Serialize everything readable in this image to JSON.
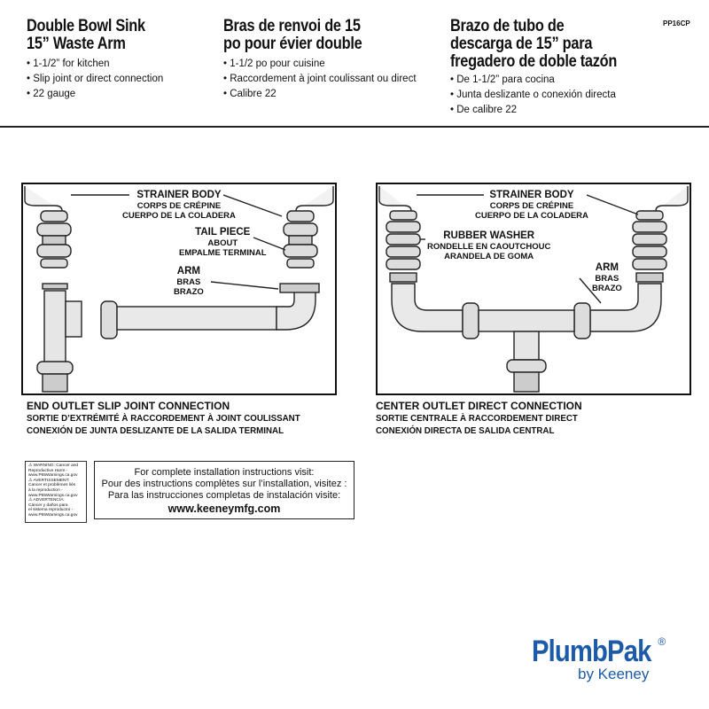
{
  "header": {
    "code": "PP16CP",
    "en": {
      "title": [
        "Double Bowl Sink",
        "15” Waste Arm"
      ],
      "bullets": [
        "• 1-1/2” for kitchen",
        "• Slip joint or direct connection",
        "• 22 gauge"
      ]
    },
    "fr": {
      "title": [
        "Bras de renvoi de 15",
        "po pour évier double"
      ],
      "bullets": [
        "• 1-1/2 po pour cuisine",
        "• Raccordement à joint coulissant ou direct",
        "• Calibre 22"
      ]
    },
    "es": {
      "title": [
        "Brazo de tubo de",
        "descarga de 15” para",
        "fregadero de doble tazón"
      ],
      "bullets": [
        "• De 1-1/2” para cocina",
        "• Junta deslizante o conexión directa",
        "• De calibre 22"
      ]
    }
  },
  "diagram_left": {
    "labels": {
      "strainer": [
        "STRAINER BODY",
        "CORPS DE CRÉPINE",
        "CUERPO DE LA COLADERA"
      ],
      "tail": [
        "TAIL PIECE",
        "ABOUT",
        "EMPALME TERMINAL"
      ],
      "arm": [
        "ARM",
        "BRAS",
        "BRAZO"
      ]
    },
    "caption": [
      "END OUTLET SLIP JOINT CONNECTION",
      "SORTIE D’EXTRÉMITÉ À RACCORDEMENT À JOINT COULISSANT",
      "CONEXIÓN DE JUNTA DESLIZANTE DE LA SALIDA TERMINAL"
    ]
  },
  "diagram_right": {
    "labels": {
      "strainer": [
        "STRAINER BODY",
        "CORPS DE CRÉPINE",
        "CUERPO DE LA COLADERA"
      ],
      "washer": [
        "RUBBER WASHER",
        "RONDELLE EN CAOUTCHOUC",
        "ARANDELA DE GOMA"
      ],
      "arm": [
        "ARM",
        "BRAS",
        "BRAZO"
      ]
    },
    "caption": [
      "CENTER OUTLET DIRECT CONNECTION",
      "SORTIE CENTRALE À RACCORDEMENT DIRECT",
      "CONEXIÓN DIRECTA DE SALIDA CENTRAL"
    ]
  },
  "warning": {
    "lines": [
      "⚠ WARNING: Cancer and",
      "Reproductive Harm -",
      "www.P65Warnings.ca.gov",
      "⚠ AVERTISSEMENT:",
      "Cancer et problèmes liés",
      "à la reproduction -",
      "www.P65Warnings.ca.gov",
      "⚠ ADVERTENCIA:",
      "Cáncer y daños para",
      "el sistema reproductor -",
      "www.P65Warnings.ca.gov"
    ]
  },
  "install": {
    "lines": [
      "For complete installation instructions visit:",
      "Pour des instructions complètes sur l’installation, visitez :",
      "Para las instrucciones completas de instalación visite:"
    ],
    "url": "www.keeneymfg.com"
  },
  "logo": {
    "brand": "PlumbPak",
    "reg": "®",
    "by": "by Keeney",
    "color": "#1d5aa8"
  }
}
